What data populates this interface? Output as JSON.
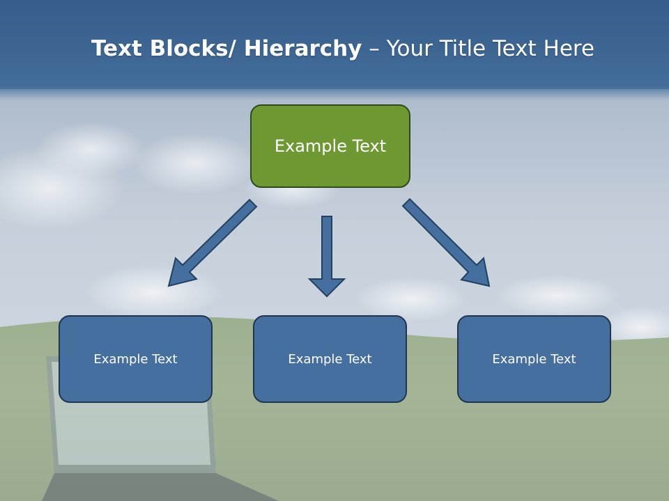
{
  "slide": {
    "title_bold": "Text Blocks/ Hierarchy",
    "title_rest": " – Your Title Text Here"
  },
  "hierarchy": {
    "top": {
      "label": "Example Text",
      "color": "#6e9932"
    },
    "children": [
      {
        "label": "Example Text"
      },
      {
        "label": "Example Text"
      },
      {
        "label": "Example Text"
      }
    ],
    "child_color": "#456f9e"
  }
}
